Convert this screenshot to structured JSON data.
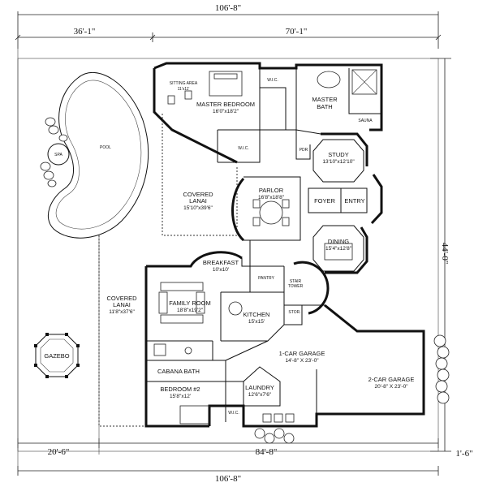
{
  "dimensions": {
    "overall_top": "106'-8\"",
    "left_top": "36'-1\"",
    "right_top": "70'-1\"",
    "right_side": "44'-0\"",
    "bottom_left": "20'-6\"",
    "bottom_mid": "84'-8\"",
    "bottom_overall": "106'-8\"",
    "bottom_right": "1'-6\""
  },
  "rooms": {
    "sitting_area": {
      "name": "SITTING AREA",
      "size": "11'x11'"
    },
    "master_bedroom": {
      "name": "MASTER BEDROOM",
      "size": "16'0\"x18'2\""
    },
    "wic_top": {
      "name": "W.I.C."
    },
    "master_bath": {
      "name": "MASTER",
      "name2": "BATH"
    },
    "sauna": {
      "name": "SAUNA"
    },
    "wic_mid": {
      "name": "W.I.C."
    },
    "pdr": {
      "name": "PDR"
    },
    "study": {
      "name": "STUDY",
      "size": "13'10\"x12'10\""
    },
    "parlor": {
      "name": "PARLOR",
      "size": "16'8\"x18'8\""
    },
    "foyer": {
      "name": "FOYER"
    },
    "entry": {
      "name": "ENTRY"
    },
    "dining": {
      "name": "DINING",
      "size": "15'4\"x12'8\""
    },
    "covered_lanai_top": {
      "name": "COVERED",
      "name2": "LANAI",
      "size": "15'10\"x39'6\""
    },
    "breakfast": {
      "name": "BREAKFAST",
      "size": "10'x10'"
    },
    "pantry": {
      "name": "PANTRY"
    },
    "stair_tower": {
      "name": "STAIR",
      "name2": "TOWER"
    },
    "family_room": {
      "name": "FAMILY ROOM",
      "size": "18'8\"x19'2\""
    },
    "kitchen": {
      "name": "KITCHEN",
      "size": "15'x15'"
    },
    "stor": {
      "name": "STOR."
    },
    "covered_lanai_left": {
      "name": "COVERED",
      "name2": "LANAI",
      "size": "11'8\"x37'6\""
    },
    "cabana_bath": {
      "name": "CABANA BATH"
    },
    "bedroom2": {
      "name": "BEDROOM #2",
      "size": "15'8\"x12'"
    },
    "laundry": {
      "name": "LAUNDRY",
      "size": "12'6\"x7'6\""
    },
    "wic_bed2": {
      "name": "W.I.C."
    },
    "garage1": {
      "name": "1-CAR GARAGE",
      "size": "14'-8\" X 23'-0\""
    },
    "garage2": {
      "name": "2-CAR GARAGE",
      "size": "20'-8\" X 23'-0\""
    },
    "pool": {
      "name": "POOL"
    },
    "spa": {
      "name": "SPA"
    },
    "gazebo": {
      "name": "GAZEBO"
    }
  }
}
